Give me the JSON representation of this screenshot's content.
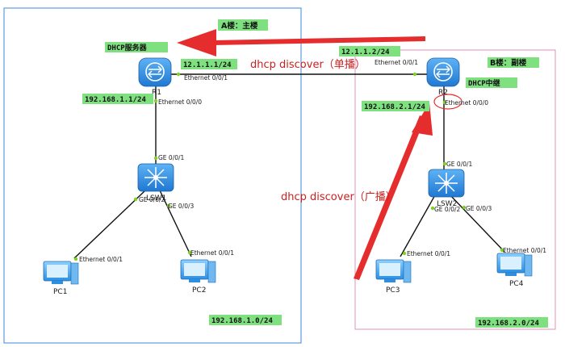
{
  "zones": {
    "a": {
      "label": "A楼：主楼",
      "subnet": "192.168.1.0/24"
    },
    "b": {
      "label": "B楼：副楼",
      "subnet": "192.168.2.0/24"
    }
  },
  "roles": {
    "server": "DHCP服务器",
    "relay": "DHCP中继"
  },
  "devices": {
    "r1": {
      "name": "R1",
      "wan_ip": "12.1.1.1/24",
      "lan_ip": "192.168.1.1/24",
      "wan_port": "Ethernet 0/0/1",
      "lan_port": "Ethernet 0/0/0"
    },
    "r2": {
      "name": "R2",
      "wan_ip": "12.1.1.2/24",
      "lan_ip": "192.168.2.1/24",
      "wan_port": "Ethernet 0/0/1",
      "lan_port": "Ethernet 0/0/0"
    },
    "lsw1": {
      "name": "LSW1",
      "up_port": "GE 0/0/1",
      "port2": "GE 0/0/2",
      "port3": "GE 0/0/3"
    },
    "lsw2": {
      "name": "LSW2",
      "up_port": "GE 0/0/1",
      "port2": "GE 0/0/2",
      "port3": "GE 0/0/3"
    },
    "pc1": {
      "name": "PC1",
      "port": "Ethernet 0/0/1"
    },
    "pc2": {
      "name": "PC2",
      "port": "Ethernet 0/0/1"
    },
    "pc3": {
      "name": "PC3",
      "port": "Ethernet 0/0/1"
    },
    "pc4": {
      "name": "PC4",
      "port": "Ethernet 0/0/1"
    }
  },
  "messages": {
    "unicast": "dhcp discover（单播）",
    "broadcast": "dhcp discover（广播）"
  },
  "colors": {
    "zone_a_border": "#3b8ad9",
    "zone_b_border": "#e58fb8",
    "label_bg": "#7fe07f",
    "arrow": "#e52d2d",
    "device_blue": "#2f8fe6"
  }
}
